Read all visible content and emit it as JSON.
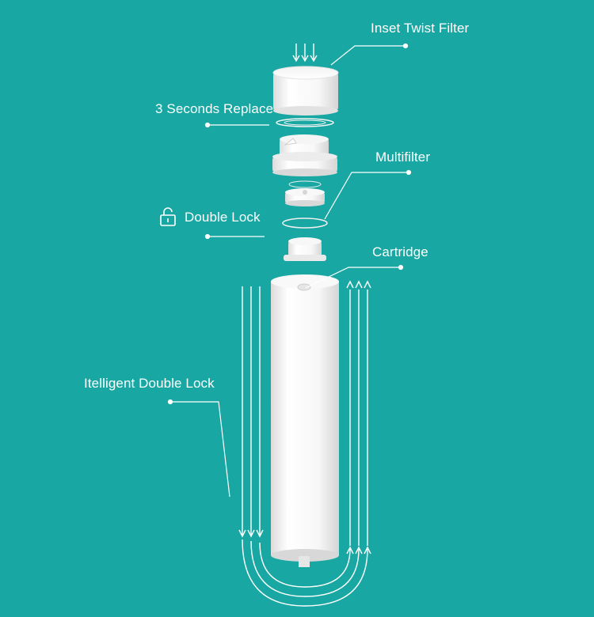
{
  "labels": {
    "inset_twist_filter": "Inset Twist Filter",
    "three_seconds_replace": "3 Seconds Replace",
    "multifilter": "Multifilter",
    "double_lock": "Double Lock",
    "cartridge": "Cartridge",
    "intelligent_double_lock": "Itelligent Double Lock"
  },
  "colors": {
    "background": "#18a7a2",
    "parts": "#ffffff",
    "callout_lines": "#ffffff"
  },
  "icons": [
    "padlock-icon",
    "flow-arrows-icon"
  ]
}
